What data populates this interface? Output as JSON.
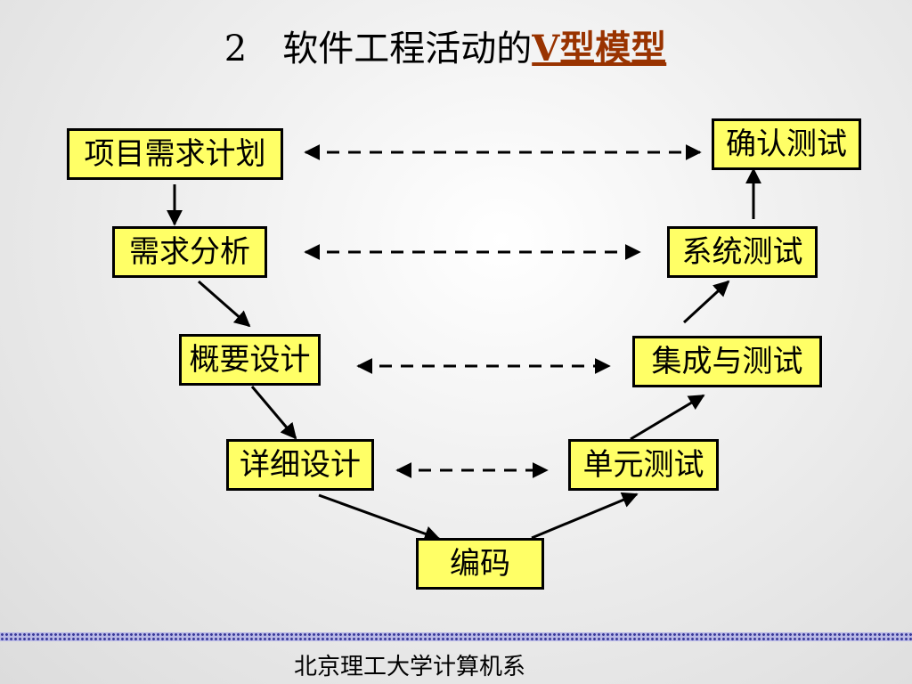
{
  "title": {
    "number": "2",
    "text": "软件工程活动的",
    "highlight": "V型模型"
  },
  "boxes": {
    "project_plan": "项目需求计划",
    "req_analysis": "需求分析",
    "outline_design": "概要设计",
    "detail_design": "详细设计",
    "coding": "编码",
    "unit_test": "单元测试",
    "integration_test": "集成与测试",
    "system_test": "系统测试",
    "acceptance_test": "确认测试"
  },
  "footer": "北京理工大学计算机系",
  "colors": {
    "box_fill": "#ffff66",
    "highlight": "#993300"
  }
}
